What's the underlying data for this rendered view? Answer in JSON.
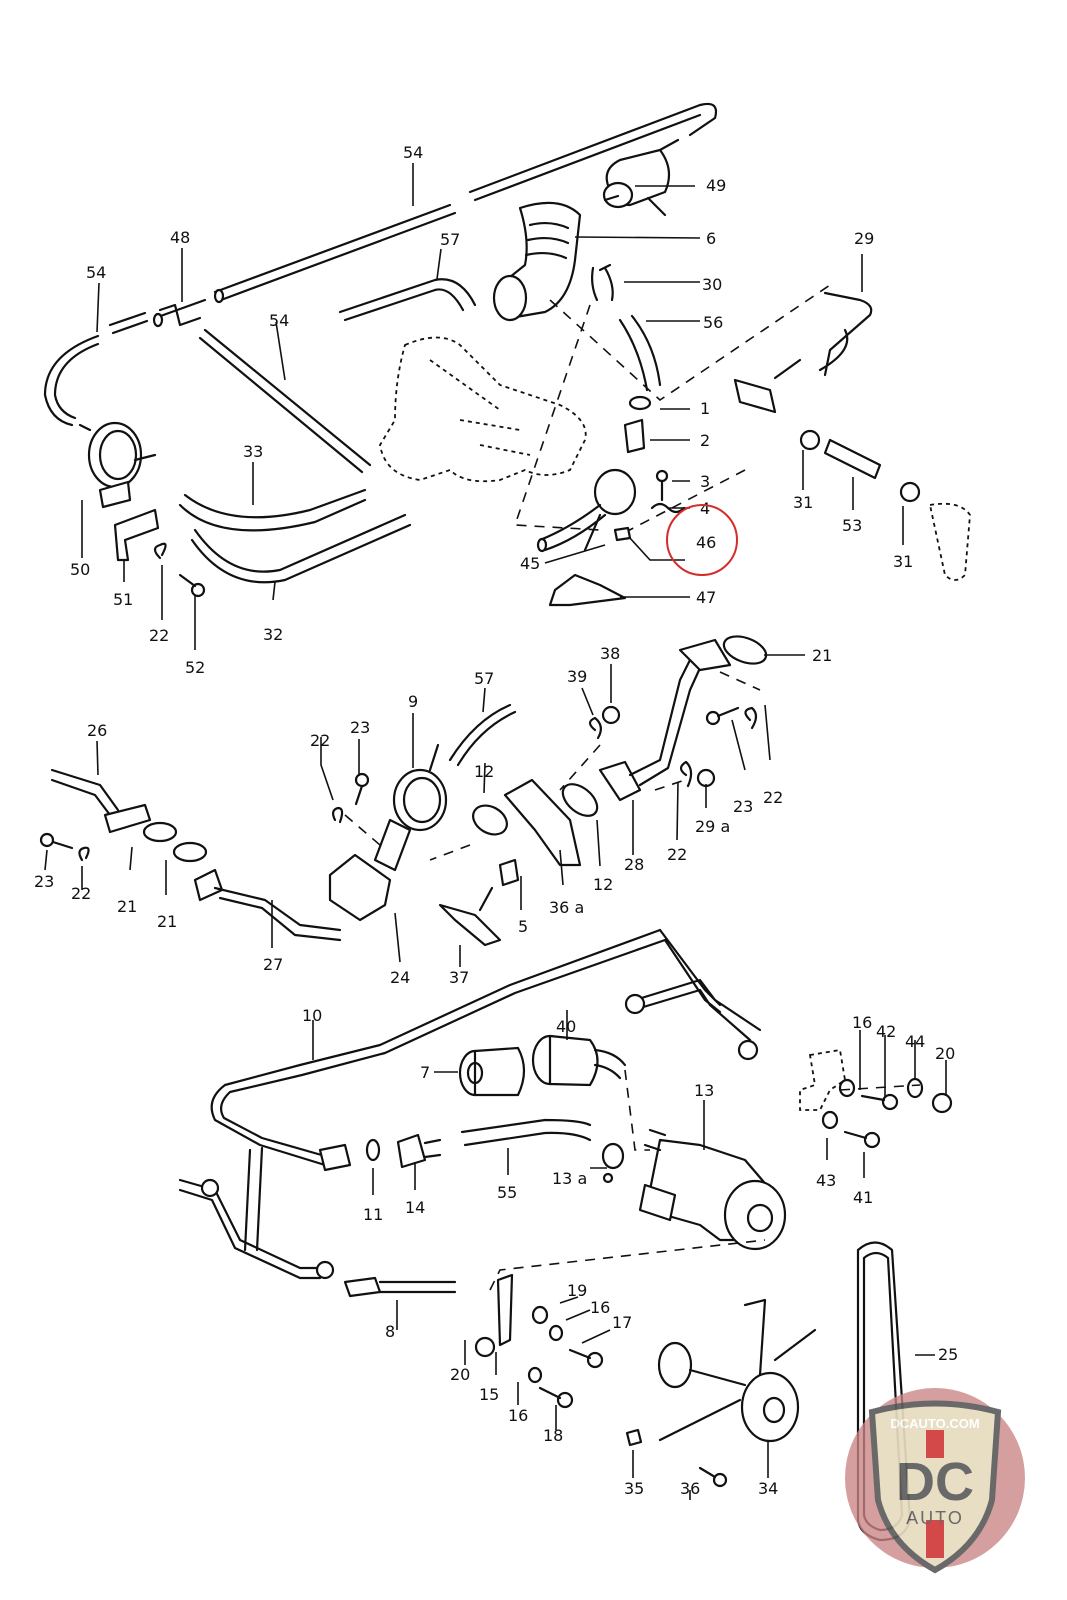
{
  "diagram": {
    "type": "exploded parts diagram",
    "subject": "Emission control / EGR and air pump assembly",
    "highlighted_part": "46",
    "highlight_color": "#d42b2b",
    "callouts": [
      {
        "id": "c54a",
        "label": "54"
      },
      {
        "id": "c49",
        "label": "49"
      },
      {
        "id": "c48",
        "label": "48"
      },
      {
        "id": "c54b",
        "label": "54"
      },
      {
        "id": "c57a",
        "label": "57"
      },
      {
        "id": "c6",
        "label": "6"
      },
      {
        "id": "c30",
        "label": "30"
      },
      {
        "id": "c29",
        "label": "29"
      },
      {
        "id": "c56",
        "label": "56"
      },
      {
        "id": "c54c",
        "label": "54"
      },
      {
        "id": "c1",
        "label": "1"
      },
      {
        "id": "c2",
        "label": "2"
      },
      {
        "id": "c3",
        "label": "3"
      },
      {
        "id": "c4",
        "label": "4"
      },
      {
        "id": "c46",
        "label": "46"
      },
      {
        "id": "c45",
        "label": "45"
      },
      {
        "id": "c47",
        "label": "47"
      },
      {
        "id": "c33",
        "label": "33"
      },
      {
        "id": "c32",
        "label": "32"
      },
      {
        "id": "c50",
        "label": "50"
      },
      {
        "id": "c51",
        "label": "51"
      },
      {
        "id": "c22a",
        "label": "22"
      },
      {
        "id": "c52",
        "label": "52"
      },
      {
        "id": "c31a",
        "label": "31"
      },
      {
        "id": "c53",
        "label": "53"
      },
      {
        "id": "c31b",
        "label": "31"
      },
      {
        "id": "c21a",
        "label": "21"
      },
      {
        "id": "c38",
        "label": "38"
      },
      {
        "id": "c39",
        "label": "39"
      },
      {
        "id": "c57b",
        "label": "57"
      },
      {
        "id": "c9",
        "label": "9"
      },
      {
        "id": "c23a",
        "label": "23"
      },
      {
        "id": "c22b",
        "label": "22"
      },
      {
        "id": "c26",
        "label": "26"
      },
      {
        "id": "c12a",
        "label": "12"
      },
      {
        "id": "c23b",
        "label": "23"
      },
      {
        "id": "c22c",
        "label": "22"
      },
      {
        "id": "c21b",
        "label": "21"
      },
      {
        "id": "c21c",
        "label": "21"
      },
      {
        "id": "c27",
        "label": "27"
      },
      {
        "id": "c24",
        "label": "24"
      },
      {
        "id": "c37",
        "label": "37"
      },
      {
        "id": "c5",
        "label": "5"
      },
      {
        "id": "c36a",
        "label": "36 a"
      },
      {
        "id": "c12b",
        "label": "12"
      },
      {
        "id": "c28",
        "label": "28"
      },
      {
        "id": "c22d",
        "label": "22"
      },
      {
        "id": "c29a",
        "label": "29 a"
      },
      {
        "id": "c23c",
        "label": "23"
      },
      {
        "id": "c22e",
        "label": "22"
      },
      {
        "id": "c10",
        "label": "10"
      },
      {
        "id": "c40",
        "label": "40"
      },
      {
        "id": "c7",
        "label": "7"
      },
      {
        "id": "c13",
        "label": "13"
      },
      {
        "id": "c16a",
        "label": "16"
      },
      {
        "id": "c42",
        "label": "42"
      },
      {
        "id": "c44",
        "label": "44"
      },
      {
        "id": "c20a",
        "label": "20"
      },
      {
        "id": "c43",
        "label": "43"
      },
      {
        "id": "c41",
        "label": "41"
      },
      {
        "id": "c11",
        "label": "11"
      },
      {
        "id": "c14",
        "label": "14"
      },
      {
        "id": "c55",
        "label": "55"
      },
      {
        "id": "c13a",
        "label": "13 a"
      },
      {
        "id": "c8",
        "label": "8"
      },
      {
        "id": "c19",
        "label": "19"
      },
      {
        "id": "c16b",
        "label": "16"
      },
      {
        "id": "c17",
        "label": "17"
      },
      {
        "id": "c20b",
        "label": "20"
      },
      {
        "id": "c15",
        "label": "15"
      },
      {
        "id": "c16c",
        "label": "16"
      },
      {
        "id": "c18",
        "label": "18"
      },
      {
        "id": "c25",
        "label": "25"
      },
      {
        "id": "c35",
        "label": "35"
      },
      {
        "id": "c36",
        "label": "36"
      },
      {
        "id": "c34",
        "label": "34"
      }
    ]
  },
  "watermark": {
    "top_text": "DCAUTO.COM",
    "logo_letters": "DC",
    "bottom_text": "AUTO",
    "colors": {
      "circle": "#c98585",
      "shield": "#e6dcc0",
      "letters": "#5d5d5d",
      "stripe": "#d03a3a"
    }
  }
}
